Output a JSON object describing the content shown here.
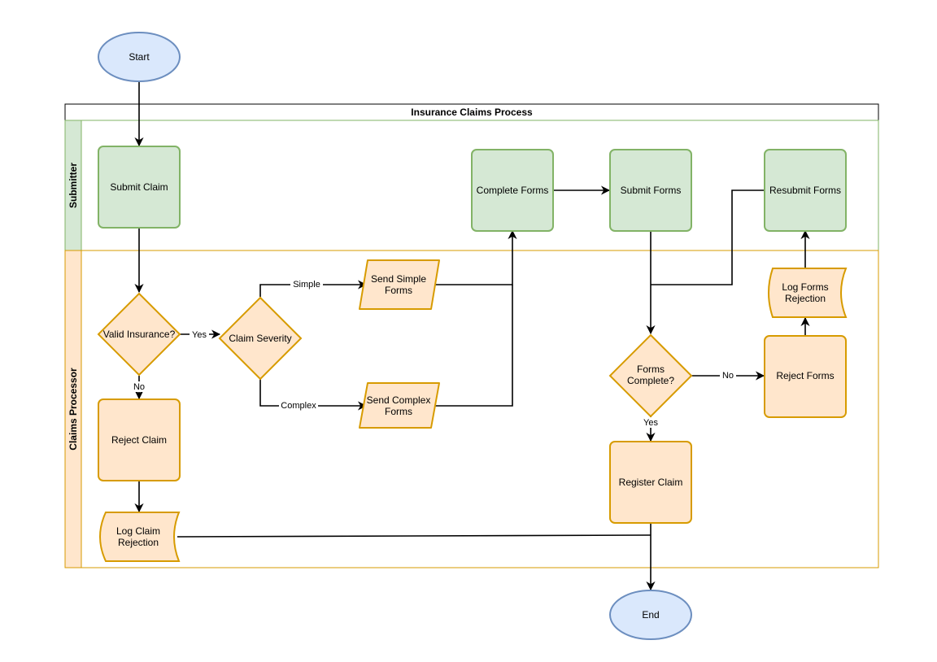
{
  "diagram": {
    "title": "Insurance Claims Process",
    "lanes": {
      "submitter": "Submitter",
      "processor": "Claims Processor"
    },
    "nodes": {
      "start": "Start",
      "end": "End",
      "submit_claim": "Submit Claim",
      "valid_insurance": "Valid Insurance?",
      "claim_severity": "Claim Severity",
      "send_simple_1": "Send Simple",
      "send_simple_2": "Forms",
      "send_complex_1": "Send Complex",
      "send_complex_2": "Forms",
      "complete_forms": "Complete Forms",
      "submit_forms": "Submit Forms",
      "resubmit_forms": "Resubmit Forms",
      "log_forms_rej_1": "Log Forms",
      "log_forms_rej_2": "Rejection",
      "forms_complete_1": "Forms",
      "forms_complete_2": "Complete?",
      "reject_forms": "Reject Forms",
      "reject_claim": "Reject Claim",
      "log_claim_rej_1": "Log Claim",
      "log_claim_rej_2": "Rejection",
      "register_claim": "Register Claim"
    },
    "edge_labels": {
      "yes_valid": "Yes",
      "no_valid": "No",
      "simple": "Simple",
      "complex": "Complex",
      "no_forms": "No",
      "yes_forms": "Yes"
    },
    "colors": {
      "terminator_fill": "#dae8fc",
      "terminator_stroke": "#6c8ebf",
      "submitter_fill": "#d5e8d4",
      "submitter_stroke": "#82b366",
      "processor_fill": "#ffe6cc",
      "processor_stroke": "#d79b00"
    }
  }
}
